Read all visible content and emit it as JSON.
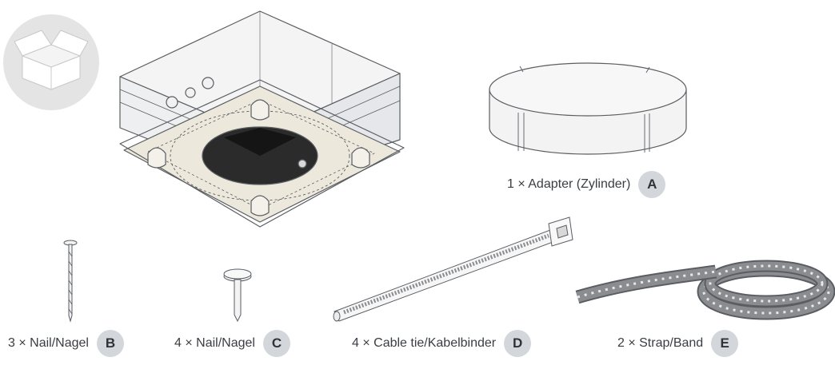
{
  "items": {
    "a": {
      "text": "1 × Adapter (Zylinder)",
      "letter": "A"
    },
    "b": {
      "text": "3 × Nail/Nagel",
      "letter": "B"
    },
    "c": {
      "text": "4 × Nail/Nagel",
      "letter": "C"
    },
    "d": {
      "text": "4 × Cable tie/Kabelbinder",
      "letter": "D"
    },
    "e": {
      "text": "2 × Strap/Band",
      "letter": "E"
    }
  },
  "colors": {
    "badge_bg": "#d3d6da",
    "box_icon_bg": "#e4e4e4",
    "line": "#5a5d62",
    "face": "#f7f7f8",
    "fleece": "#ece8dc",
    "strap": "#8a8c8f",
    "hole": "#2b2b2b"
  },
  "icons": [
    "package-box-icon"
  ]
}
